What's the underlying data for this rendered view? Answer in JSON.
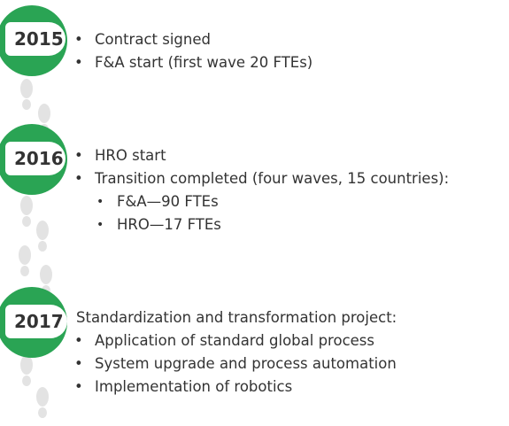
{
  "milestones": [
    {
      "year": "2015",
      "items": [
        "Contract signed",
        "F&A start (first wave 20 FTEs)"
      ]
    },
    {
      "year": "2016",
      "items": [
        "HRO start",
        "Transition completed (four waves, 15 countries):"
      ],
      "subitems": [
        "F&A—90 FTEs",
        "HRO—17 FTEs"
      ]
    },
    {
      "year": "2017",
      "intro": "Standardization and transformation project:",
      "items": [
        "Application of standard global process",
        "System upgrade and process automation",
        "Implementation of robotics"
      ]
    }
  ],
  "colors": {
    "accent": "#2aa454",
    "footprint": "#e3e3e3",
    "text": "#333333"
  },
  "bullet": "•"
}
